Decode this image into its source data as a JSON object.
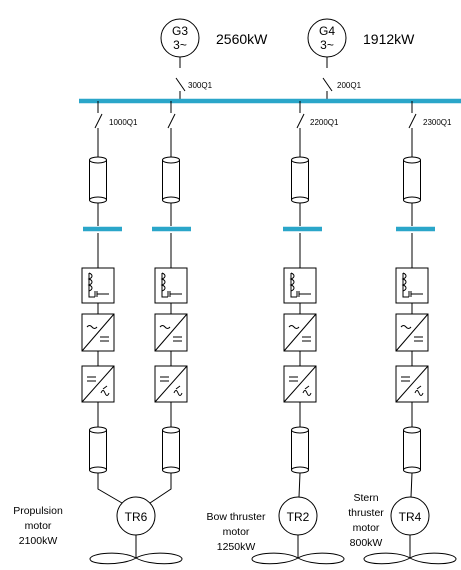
{
  "generators": [
    {
      "id": "G3",
      "phase": "3~",
      "power": "2560kW",
      "breaker": "300Q1"
    },
    {
      "id": "G4",
      "phase": "3~",
      "power": "1912kW",
      "breaker": "200Q1"
    }
  ],
  "feeders": [
    {
      "breaker": "1000Q1"
    },
    {
      "breaker": ""
    },
    {
      "breaker": "2200Q1"
    },
    {
      "breaker": "2300Q1"
    }
  ],
  "motors": [
    {
      "id": "TR6",
      "caption": [
        "Propulsion",
        "motor",
        "2100kW"
      ]
    },
    {
      "id": "TR2",
      "caption": [
        "Bow thruster",
        "motor",
        "1250kW"
      ]
    },
    {
      "id": "TR4",
      "caption": [
        "Stern",
        "thruster",
        "motor",
        "800kW"
      ]
    }
  ],
  "colors": {
    "busbar": "#2aa6c9",
    "line": "#000000"
  }
}
